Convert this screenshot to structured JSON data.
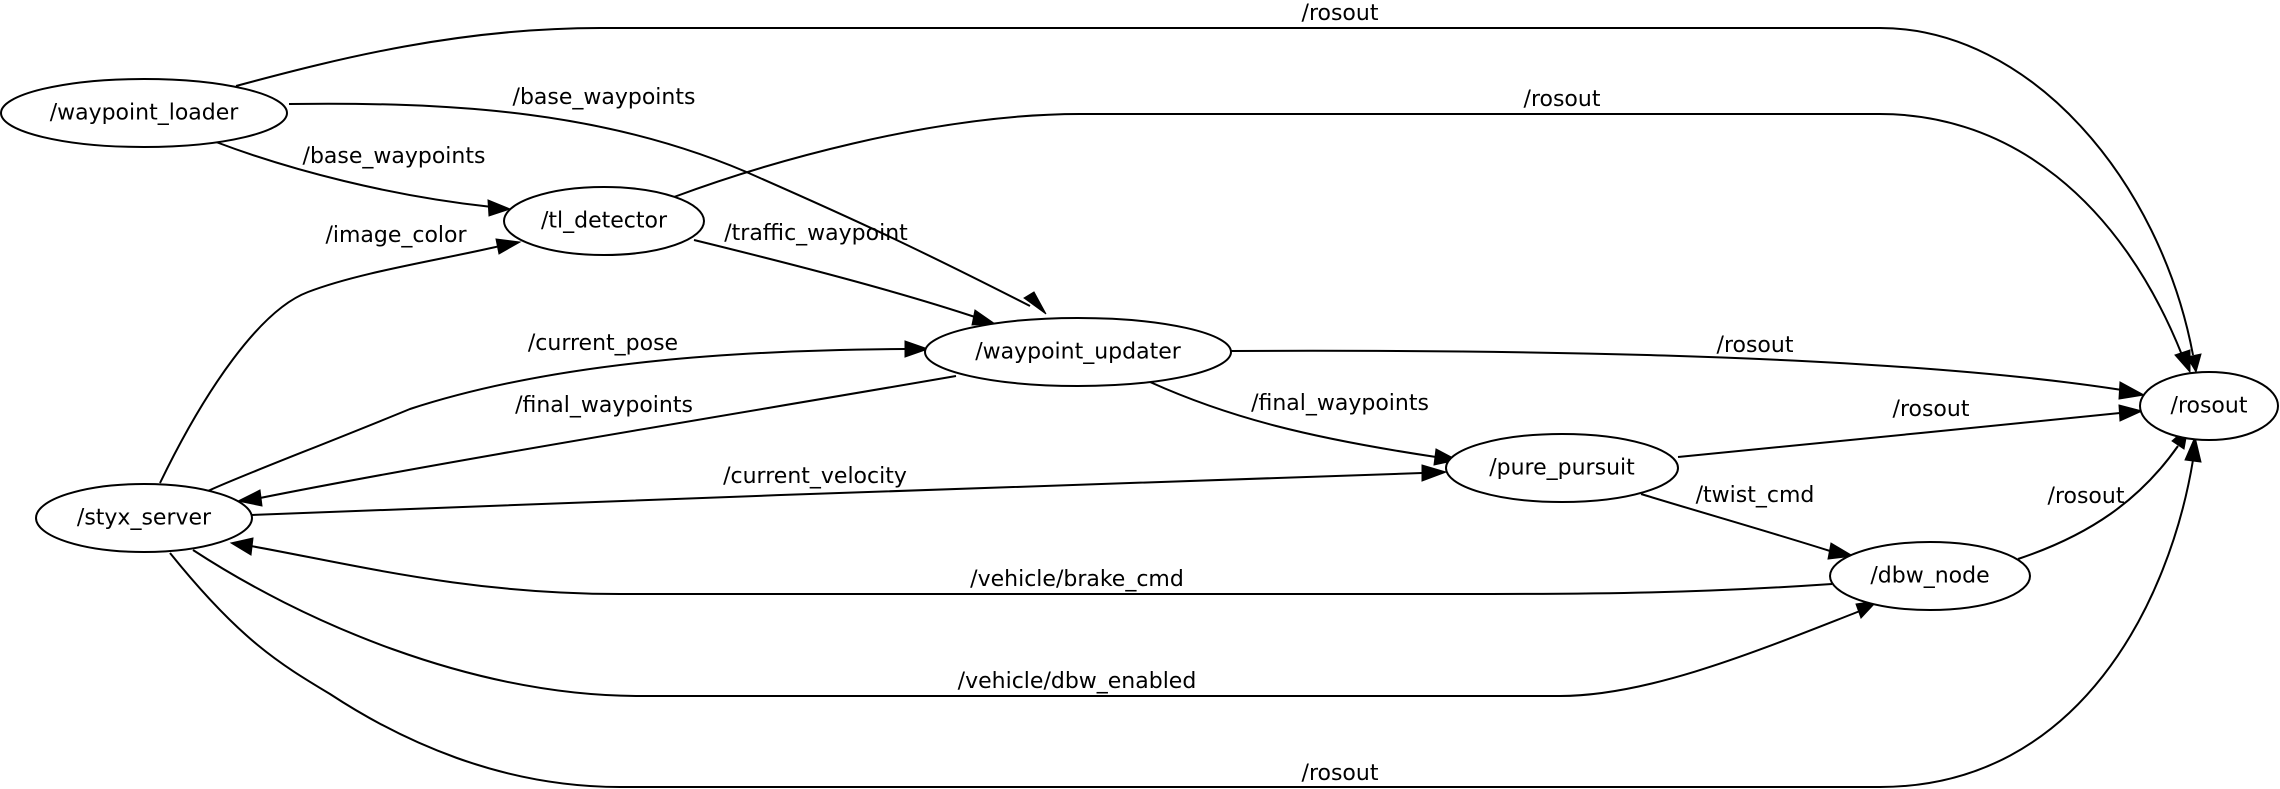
{
  "nodes": {
    "waypoint_loader": "/waypoint_loader",
    "tl_detector": "/tl_detector",
    "waypoint_updater": "/waypoint_updater",
    "styx_server": "/styx_server",
    "pure_pursuit": "/pure_pursuit",
    "dbw_node": "/dbw_node",
    "rosout": "/rosout"
  },
  "edges": [
    {
      "from": "/waypoint_loader",
      "to": "/rosout",
      "label": "/rosout"
    },
    {
      "from": "/waypoint_loader",
      "to": "/waypoint_updater",
      "label": "/base_waypoints"
    },
    {
      "from": "/waypoint_loader",
      "to": "/tl_detector",
      "label": "/base_waypoints"
    },
    {
      "from": "/tl_detector",
      "to": "/rosout",
      "label": "/rosout"
    },
    {
      "from": "/styx_server",
      "to": "/tl_detector",
      "label": "/image_color"
    },
    {
      "from": "/tl_detector",
      "to": "/waypoint_updater",
      "label": "/traffic_waypoint"
    },
    {
      "from": "/styx_server",
      "to": "/waypoint_updater",
      "label": "/current_pose"
    },
    {
      "from": "/waypoint_updater",
      "to": "/rosout",
      "label": "/rosout"
    },
    {
      "from": "/waypoint_updater",
      "to": "/styx_server",
      "label": "/final_waypoints"
    },
    {
      "from": "/waypoint_updater",
      "to": "/pure_pursuit",
      "label": "/final_waypoints"
    },
    {
      "from": "/pure_pursuit",
      "to": "/rosout",
      "label": "/rosout"
    },
    {
      "from": "/styx_server",
      "to": "/pure_pursuit",
      "label": "/current_velocity"
    },
    {
      "from": "/pure_pursuit",
      "to": "/dbw_node",
      "label": "/twist_cmd"
    },
    {
      "from": "/dbw_node",
      "to": "/rosout",
      "label": "/rosout"
    },
    {
      "from": "/dbw_node",
      "to": "/styx_server",
      "label": "/vehicle/brake_cmd"
    },
    {
      "from": "/styx_server",
      "to": "/dbw_node",
      "label": "/vehicle/dbw_enabled"
    },
    {
      "from": "/styx_server",
      "to": "/rosout",
      "label": "/rosout"
    }
  ]
}
